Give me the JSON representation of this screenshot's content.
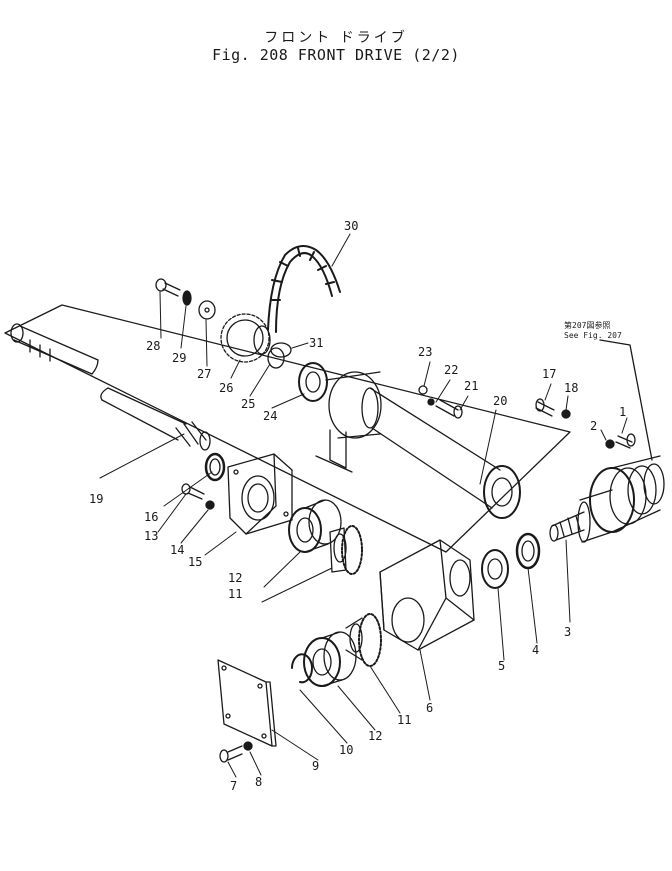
{
  "title": {
    "japanese": "フロント ドライブ",
    "english": "Fig. 208 FRONT DRIVE (2/2)"
  },
  "reference_note": {
    "line1": "第207図参照",
    "line2": "See Fig. 207"
  },
  "callouts": [
    "1",
    "2",
    "3",
    "4",
    "5",
    "6",
    "7",
    "8",
    "9",
    "10",
    "11",
    "11",
    "12",
    "12",
    "13",
    "14",
    "15",
    "16",
    "17",
    "18",
    "19",
    "20",
    "21",
    "22",
    "23",
    "24",
    "25",
    "26",
    "27",
    "28",
    "29",
    "30",
    "31"
  ],
  "colors": {
    "ink": "#1a1a1a",
    "paper": "#ffffff"
  }
}
